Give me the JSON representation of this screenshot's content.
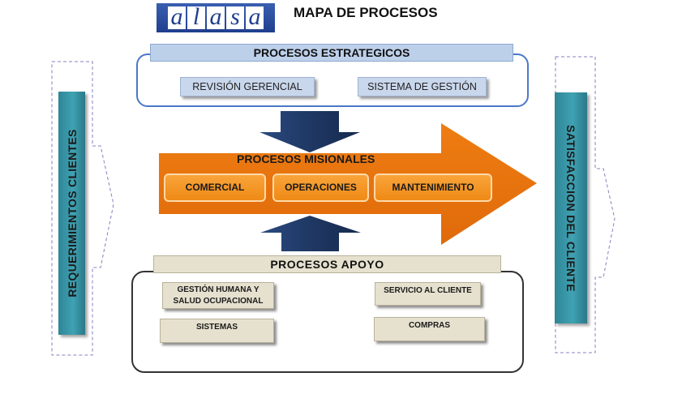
{
  "header": {
    "logo_letters": [
      "a",
      "l",
      "a",
      "s",
      "a"
    ],
    "logo_text": "alasa",
    "title": "MAPA DE PROCESOS"
  },
  "left_bar": {
    "label": "REQUERIMIENTOS CLIENTES"
  },
  "right_bar": {
    "label": "SATISFACCION DEL CLIENTE"
  },
  "strategic": {
    "title": "PROCESOS ESTRATEGICOS",
    "items": [
      "REVISIÓN GERENCIAL",
      "SISTEMA DE GESTIÓN"
    ]
  },
  "missional": {
    "title": "PROCESOS MISIONALES",
    "items": [
      "COMERCIAL",
      "OPERACIONES",
      "MANTENIMIENTO"
    ]
  },
  "support": {
    "title": "PROCESOS  APOYO",
    "items": [
      "GESTIÓN HUMANA Y SALUD OCUPACIONAL",
      "SERVICIO AL CLIENTE",
      "SISTEMAS",
      "COMPRAS"
    ]
  },
  "colors": {
    "orange_arrow": "#e8730f",
    "navy_arrow": "#1f3864",
    "teal_bar": "#3a9aab",
    "strategic_blue": "#4a78c8"
  }
}
